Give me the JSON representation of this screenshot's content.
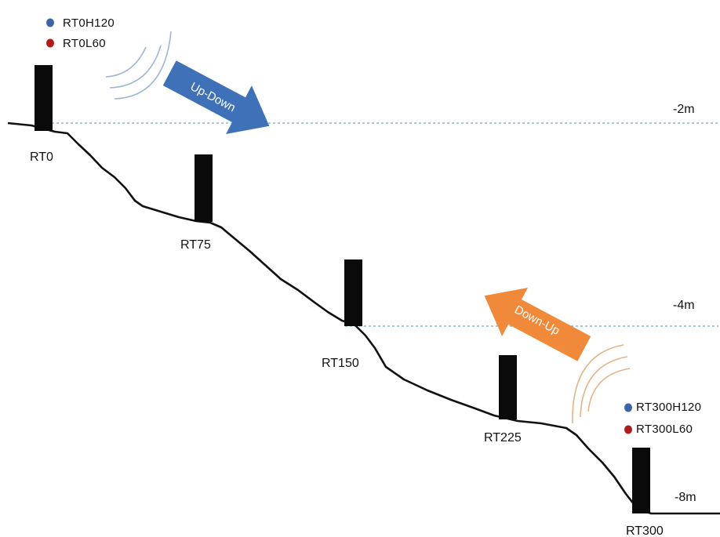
{
  "diagram": {
    "depth_levels": [
      {
        "label": "-2m"
      },
      {
        "label": "-4m"
      },
      {
        "label": "-8m"
      }
    ],
    "stations": [
      {
        "label": "RT0"
      },
      {
        "label": "RT75"
      },
      {
        "label": "RT150"
      },
      {
        "label": "RT225"
      },
      {
        "label": "RT300"
      }
    ],
    "sensor_legend_top": [
      {
        "label": "RT0H120",
        "color": "#3e64a8"
      },
      {
        "label": "RT0L60",
        "color": "#b01c1c"
      }
    ],
    "sensor_legend_bottom": [
      {
        "label": "RT300H120",
        "color": "#3e64a8"
      },
      {
        "label": "RT300L60",
        "color": "#b01c1c"
      }
    ],
    "arrows": {
      "up_down": {
        "label": "Up-Down",
        "color": "#3f71b8"
      },
      "down_up": {
        "label": "Down-Up",
        "color": "#f08a3a"
      }
    },
    "colors": {
      "terrain": "#111111",
      "dashed_line": "#7aa6c8",
      "signal_top": "#9fb8d6",
      "signal_bottom": "#e3b48a",
      "station_post": "#0a0a0a"
    }
  }
}
